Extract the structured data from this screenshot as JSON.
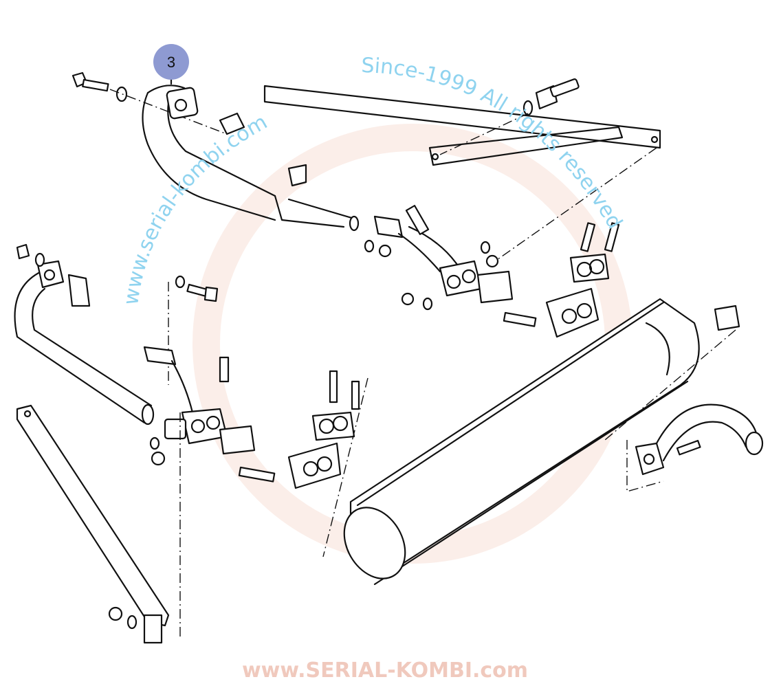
{
  "diagram": {
    "callouts": [
      {
        "label": "3",
        "color": "#8e9ad2"
      }
    ],
    "watermark": {
      "site": "www.serial-kombi.com",
      "since": "Since-1999 All rights reserved",
      "brand": "www.SERIAL-KOMBI.com",
      "color": "#8fd3ef"
    }
  }
}
